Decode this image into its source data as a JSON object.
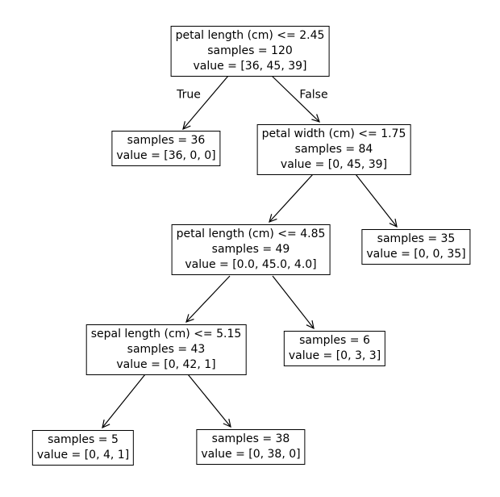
{
  "colors": {
    "background": "#ffffff",
    "node_border": "#000000",
    "text": "#000000",
    "arrow": "#000000"
  },
  "edge_labels": {
    "left": "True",
    "right": "False"
  },
  "nodes": {
    "root": {
      "lines": [
        "petal length (cm) <= 2.45",
        "samples = 120",
        "value = [36, 45, 39]"
      ]
    },
    "leaf36": {
      "lines": [
        "samples = 36",
        "value = [36, 0, 0]"
      ]
    },
    "petalWidth": {
      "lines": [
        "petal width (cm) <= 1.75",
        "samples = 84",
        "value = [0, 45, 39]"
      ]
    },
    "petalLength485": {
      "lines": [
        "petal length (cm) <= 4.85",
        "samples = 49",
        "value = [0.0, 45.0, 4.0]"
      ]
    },
    "leaf35": {
      "lines": [
        "samples = 35",
        "value = [0, 0, 35]"
      ]
    },
    "sepalLength515": {
      "lines": [
        "sepal length (cm) <= 5.15",
        "samples = 43",
        "value = [0, 42, 1]"
      ]
    },
    "leaf6": {
      "lines": [
        "samples = 6",
        "value = [0, 3, 3]"
      ]
    },
    "leaf5": {
      "lines": [
        "samples = 5",
        "value = [0, 4, 1]"
      ]
    },
    "leaf38": {
      "lines": [
        "samples = 38",
        "value = [0, 38, 0]"
      ]
    }
  }
}
